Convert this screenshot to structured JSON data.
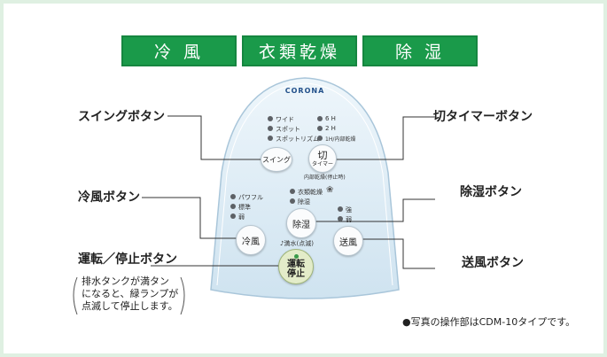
{
  "modes": [
    "冷 風",
    "衣類乾燥",
    "除 湿"
  ],
  "brand": "CORONA",
  "callouts": {
    "swing": "スイングボタン",
    "cool": "冷風ボタン",
    "run_stop": "運転／停止ボタン",
    "timer": "切タイマーボタン",
    "dehumid": "除湿ボタン",
    "fan": "送風ボタン"
  },
  "swing_lamps": [
    "ワイド",
    "スポット",
    "スポットリズム"
  ],
  "timer_lamps": [
    "6 H",
    "2 H",
    "1H/内部乾燥"
  ],
  "buttons": {
    "swing": "スイング",
    "timer_top": "切",
    "timer_bottom": "タイマー",
    "internal_dry": "内部乾燥(停止時)",
    "cool": "冷風",
    "dehumid": "除湿",
    "fan": "送風",
    "run_top": "運転",
    "run_bottom": "停止"
  },
  "cool_lamps": [
    "パワフル",
    "標準",
    "弱"
  ],
  "dehumid_lamps": [
    "衣類乾燥",
    "除湿"
  ],
  "fan_lamps": [
    "強",
    "弱"
  ],
  "drain_label": "♪満水(点滅)",
  "note_lines": [
    "排水タンクが満タン",
    "になると、緑ランプが",
    "点滅して停止します。"
  ],
  "footnote": "●写真の操作部はCDM-10タイプです。"
}
